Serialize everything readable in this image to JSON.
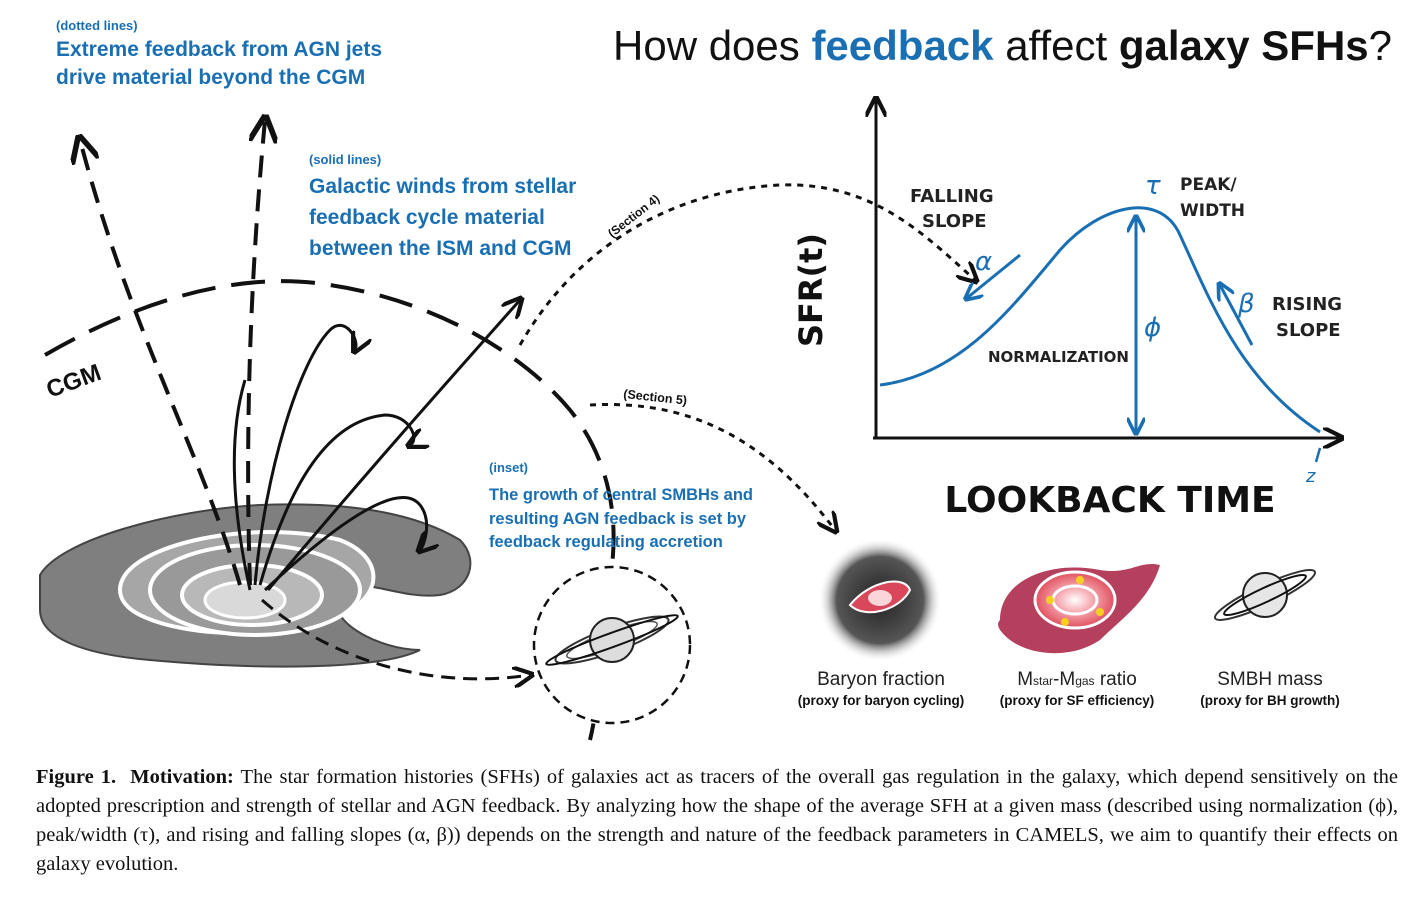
{
  "title": {
    "part1": "How does ",
    "part2": "feedback",
    "part3": " affect ",
    "part4": "galaxy SFHs",
    "part5": "?"
  },
  "annotations": {
    "agn_tag": "(dotted lines)",
    "agn_line1": "Extreme feedback from AGN jets",
    "agn_line2": "drive material beyond the CGM",
    "stellar_tag": "(solid lines)",
    "stellar_line1": "Galactic winds from stellar",
    "stellar_line2": "feedback cycle material",
    "stellar_line3": "between the ISM and CGM",
    "inset_tag": "(inset)",
    "inset_line1": "The growth of central SMBHs and",
    "inset_line2": "resulting AGN feedback is set by",
    "inset_line3": "feedback regulating accretion",
    "cgm_label": "CGM",
    "section4": "(Section 4)",
    "section5": "(Section 5)"
  },
  "sfh_plot": {
    "ylabel": "SFR(t)",
    "xlabel": "LOOKBACK TIME",
    "falling_line1": "FALLING",
    "falling_line2": "SLOPE",
    "alpha": "α",
    "tau": "τ",
    "peak_line1": "PEAK/",
    "peak_line2": "WIDTH",
    "phi": "ϕ",
    "normalization": "NORMALIZATION",
    "beta": "β",
    "rising_line1": "RISING",
    "rising_line2": "SLOPE",
    "redshift_mark": "z",
    "curve_color": "#1a6fb3"
  },
  "proxies": [
    {
      "title": "Baryon fraction",
      "subtitle": "(proxy for baryon cycling)"
    },
    {
      "title_main": "M",
      "title_sub1": "star",
      "title_mid": "-M",
      "title_sub2": "gas",
      "title_end": " ratio",
      "subtitle": "(proxy for SF efficiency)"
    },
    {
      "title": "SMBH mass",
      "subtitle": "(proxy for BH growth)"
    }
  ],
  "caption": {
    "label": "Figure 1.",
    "heading": "Motivation:",
    "text": " The star formation histories (SFHs) of galaxies act as tracers of the overall gas regulation in the galaxy, which depend sensitively on the adopted prescription and strength of stellar and AGN feedback. By analyzing how the shape of the average SFH at a given mass (described using normalization (ϕ), peak/width (τ), and rising and falling slopes (α, β)) depends on the strength and nature of the feedback parameters in CAMELS, we aim to quantify their effects on galaxy evolution."
  },
  "colors": {
    "accent_blue": "#1a6fb3",
    "galaxy_gray": "#7a7a7a",
    "galaxy_pink": "#b5405e"
  }
}
